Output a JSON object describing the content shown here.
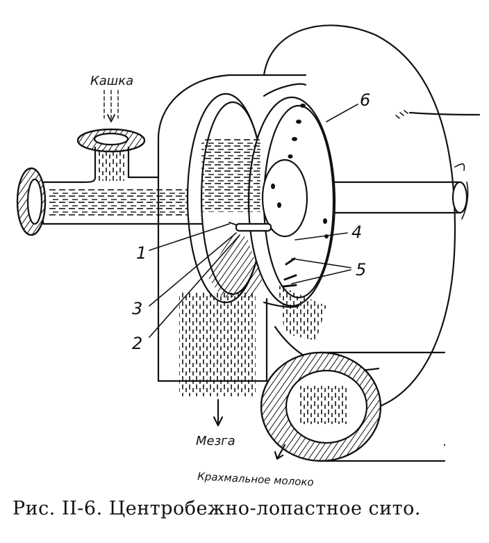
{
  "labels": {
    "inlet": "Кашка",
    "pulp_outlet": "Мезга",
    "milk_outlet": "Крахмальное молоко"
  },
  "callouts": [
    "1",
    "2",
    "3",
    "4",
    "5",
    "6"
  ],
  "caption": "Рис. II-6. Центробежно-лопастное сито.",
  "colors": {
    "ink": "#111111",
    "paper": "#ffffff"
  }
}
